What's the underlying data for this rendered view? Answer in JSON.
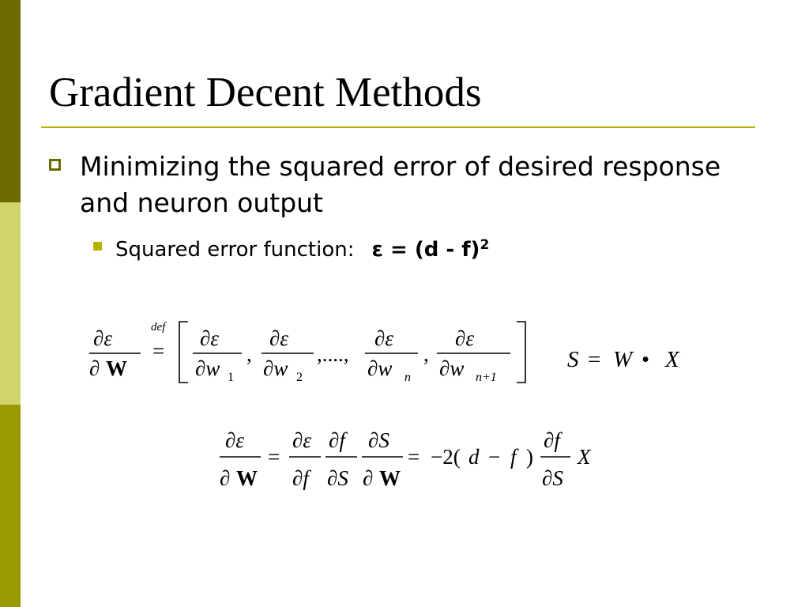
{
  "colors": {
    "sidebar_dark": "#6b6b00",
    "sidebar_light": "#cfd56a",
    "sidebar_mid": "#999900",
    "title_rule": "#b3b300",
    "bullet": "#6b6b00"
  },
  "slide": {
    "title": "Gradient Decent Methods",
    "bullet1_icon": "hollow-square-bullet",
    "bullet1_text": "Minimizing the squared error of desired response and neuron output",
    "bullet2_icon": "filled-square-bullet",
    "bullet2_label": "Squared error function:",
    "bullet2_formula_base": "ε = (d - f)",
    "bullet2_formula_exp": "2"
  },
  "equations": {
    "gradient_definition": {
      "lhs_numerator": "∂ε",
      "lhs_denominator_sym": "∂",
      "lhs_denominator_vec": "W",
      "eq_sign": "=",
      "def_label": "def",
      "term_numerator": "∂ε",
      "term1_denominator": "∂w",
      "term1_subscript": "1",
      "term2_denominator": "∂w",
      "term2_subscript": "2",
      "ellipsis": ",....,",
      "termn_denominator": "∂w",
      "termn_subscript": "n",
      "termn1_denominator": "∂w",
      "termn1_subscript": "n+1",
      "separator": ","
    },
    "activation": {
      "S": "S",
      "equals": "=",
      "W": "W",
      "dot": "•",
      "X": "X"
    },
    "chain_rule": {
      "lhs_numerator": "∂ε",
      "lhs_denominator_sym": "∂",
      "lhs_denominator_vec": "W",
      "equals": "=",
      "f1_numerator": "∂ε",
      "f1_denominator": "∂f",
      "f2_numerator": "∂f",
      "f2_denominator": "∂S",
      "f3_numerator": "∂S",
      "f3_denominator_sym": "∂",
      "f3_denominator_vec": "W",
      "equals2": "=",
      "coeff": "−2(",
      "d": "d",
      "minus": "−",
      "f": "f",
      "close_paren": ")",
      "f4_numerator": "∂f",
      "f4_denominator": "∂S",
      "X": "X"
    }
  }
}
